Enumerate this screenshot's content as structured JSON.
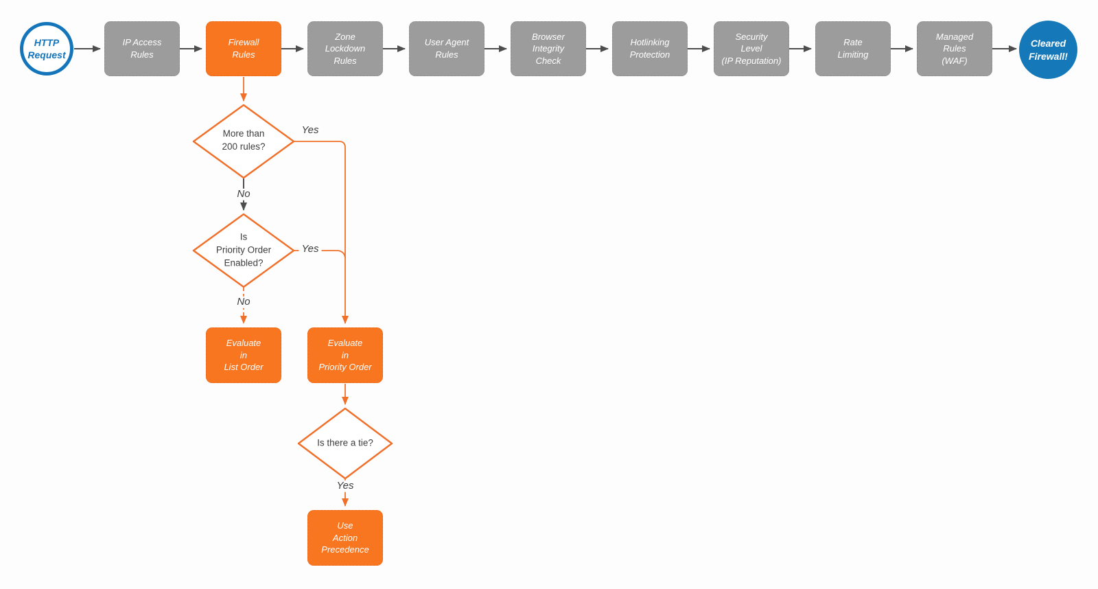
{
  "palette": {
    "blue": "#1475ba",
    "orange_fill": "#f7761f",
    "orange_line": "#f0702a",
    "gray_fill": "#9c9c9c",
    "gray_line": "#4d4d4d",
    "text_dark": "#3d3d3d"
  },
  "pipeline": {
    "start": {
      "label": "HTTP\nRequest"
    },
    "steps": [
      {
        "label": "IP Access\nRules"
      },
      {
        "label": "Firewall\nRules"
      },
      {
        "label": "Zone\nLockdown\nRules"
      },
      {
        "label": "User Agent\nRules"
      },
      {
        "label": "Browser\nIntegrity\nCheck"
      },
      {
        "label": "Hotlinking\nProtection"
      },
      {
        "label": "Security\nLevel\n(IP Reputation)"
      },
      {
        "label": "Rate\nLimiting"
      },
      {
        "label": "Managed\nRules\n(WAF)"
      }
    ],
    "end": {
      "label": "Cleared\nFirewall!"
    }
  },
  "decision_flow": {
    "decisions": [
      {
        "label": "More than\n200 rules?"
      },
      {
        "label": "Is\nPriority Order\nEnabled?"
      },
      {
        "label": "Is there a tie?"
      }
    ],
    "actions": [
      {
        "label": "Evaluate\nin\nList Order"
      },
      {
        "label": "Evaluate\nin\nPriority Order"
      },
      {
        "label": "Use\nAction\nPrecedence"
      }
    ],
    "edge_labels": {
      "yes1": "Yes",
      "no1": "No",
      "yes2": "Yes",
      "no2": "No",
      "yes3": "Yes"
    }
  }
}
